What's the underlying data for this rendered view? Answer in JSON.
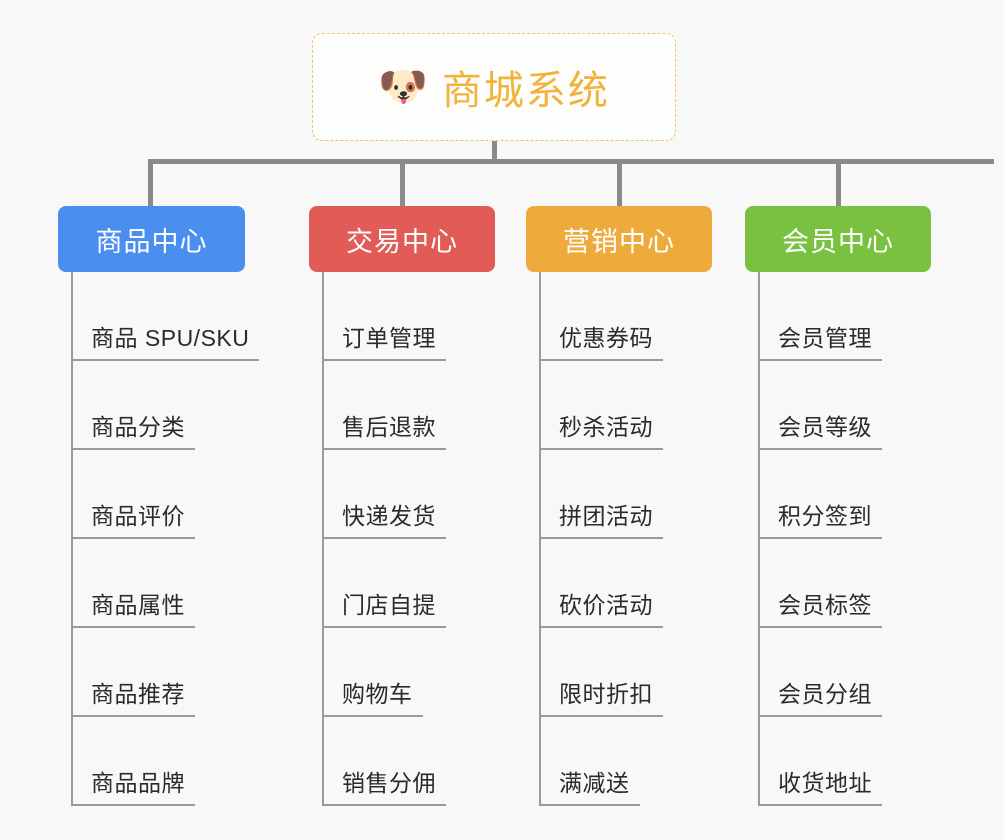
{
  "canvas": {
    "background": "#f8f8f8",
    "connector_color": "#8a8a8a",
    "leaf_line_color": "#9a9a9a",
    "leaf_text_color": "#2b2b2b"
  },
  "root": {
    "icon": "shiba-dog-emoji",
    "emoji": "🐶",
    "title": "商城系统",
    "title_color": "#f2b33d",
    "border_color": "#f0c070",
    "border_style": "dashed"
  },
  "branches": [
    {
      "id": "product-center",
      "label": "商品中心",
      "color": "#4a8ef0",
      "items": [
        "商品 SPU/SKU",
        "商品分类",
        "商品评价",
        "商品属性",
        "商品推荐",
        "商品品牌"
      ]
    },
    {
      "id": "trade-center",
      "label": "交易中心",
      "color": "#e15b57",
      "items": [
        "订单管理",
        "售后退款",
        "快递发货",
        "门店自提",
        "购物车",
        "销售分佣"
      ]
    },
    {
      "id": "marketing-center",
      "label": "营销中心",
      "color": "#eeab3c",
      "items": [
        "优惠券码",
        "秒杀活动",
        "拼团活动",
        "砍价活动",
        "限时折扣",
        "满减送"
      ]
    },
    {
      "id": "member-center",
      "label": "会员中心",
      "color": "#7ac142",
      "items": [
        "会员管理",
        "会员等级",
        "积分签到",
        "会员标签",
        "会员分组",
        "收货地址"
      ]
    }
  ]
}
